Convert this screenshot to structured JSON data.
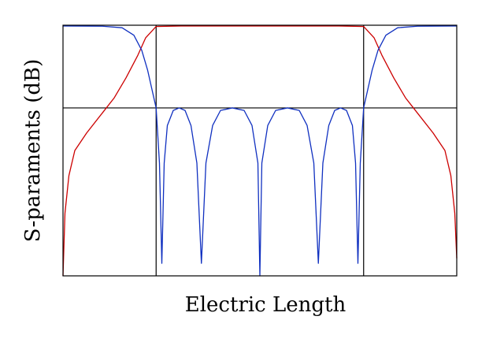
{
  "chart_data": {
    "type": "line",
    "title": "",
    "xlabel": "Electric Length",
    "ylabel": "S-paraments (dB)",
    "x_ticks_labeled": false,
    "y_ticks_labeled": false,
    "grid": false,
    "legend": "none",
    "xlim": [
      0,
      1
    ],
    "ylim": [
      0,
      1
    ],
    "reference_lines": {
      "vertical_x": [
        0.2365,
        0.7635
      ],
      "horizontal_y": [
        0.67
      ]
    },
    "series": [
      {
        "color": "#cc0000",
        "points": [
          [
            0.0,
            0.0
          ],
          [
            0.005,
            0.25
          ],
          [
            0.015,
            0.4
          ],
          [
            0.03,
            0.5
          ],
          [
            0.06,
            0.57
          ],
          [
            0.1,
            0.65
          ],
          [
            0.13,
            0.71
          ],
          [
            0.16,
            0.79
          ],
          [
            0.19,
            0.88
          ],
          [
            0.21,
            0.95
          ],
          [
            0.2365,
            0.995
          ],
          [
            0.3,
            0.997
          ],
          [
            0.5,
            0.997
          ],
          [
            0.7,
            0.997
          ],
          [
            0.7635,
            0.995
          ],
          [
            0.79,
            0.95
          ],
          [
            0.81,
            0.88
          ],
          [
            0.84,
            0.79
          ],
          [
            0.87,
            0.71
          ],
          [
            0.9,
            0.65
          ],
          [
            0.94,
            0.57
          ],
          [
            0.97,
            0.5
          ],
          [
            0.985,
            0.4
          ],
          [
            0.995,
            0.25
          ],
          [
            1.0,
            0.07
          ]
        ]
      },
      {
        "color": "#1030c0",
        "points": [
          [
            0.0,
            0.997
          ],
          [
            0.1,
            0.996
          ],
          [
            0.15,
            0.99
          ],
          [
            0.18,
            0.96
          ],
          [
            0.2,
            0.9
          ],
          [
            0.215,
            0.82
          ],
          [
            0.2365,
            0.67
          ],
          [
            0.245,
            0.45
          ],
          [
            0.251,
            0.05
          ],
          [
            0.257,
            0.45
          ],
          [
            0.265,
            0.6
          ],
          [
            0.28,
            0.66
          ],
          [
            0.295,
            0.67
          ],
          [
            0.31,
            0.66
          ],
          [
            0.325,
            0.6
          ],
          [
            0.34,
            0.45
          ],
          [
            0.3515,
            0.05
          ],
          [
            0.363,
            0.45
          ],
          [
            0.38,
            0.6
          ],
          [
            0.4,
            0.66
          ],
          [
            0.43,
            0.67
          ],
          [
            0.46,
            0.66
          ],
          [
            0.48,
            0.6
          ],
          [
            0.495,
            0.45
          ],
          [
            0.5,
            0.0
          ],
          [
            0.505,
            0.45
          ],
          [
            0.52,
            0.6
          ],
          [
            0.54,
            0.66
          ],
          [
            0.57,
            0.67
          ],
          [
            0.6,
            0.66
          ],
          [
            0.62,
            0.6
          ],
          [
            0.637,
            0.45
          ],
          [
            0.6485,
            0.05
          ],
          [
            0.66,
            0.45
          ],
          [
            0.675,
            0.6
          ],
          [
            0.69,
            0.66
          ],
          [
            0.705,
            0.67
          ],
          [
            0.72,
            0.66
          ],
          [
            0.735,
            0.6
          ],
          [
            0.743,
            0.45
          ],
          [
            0.749,
            0.05
          ],
          [
            0.755,
            0.45
          ],
          [
            0.7635,
            0.67
          ],
          [
            0.785,
            0.82
          ],
          [
            0.8,
            0.9
          ],
          [
            0.82,
            0.96
          ],
          [
            0.85,
            0.99
          ],
          [
            0.9,
            0.996
          ],
          [
            1.0,
            0.997
          ]
        ]
      }
    ]
  }
}
